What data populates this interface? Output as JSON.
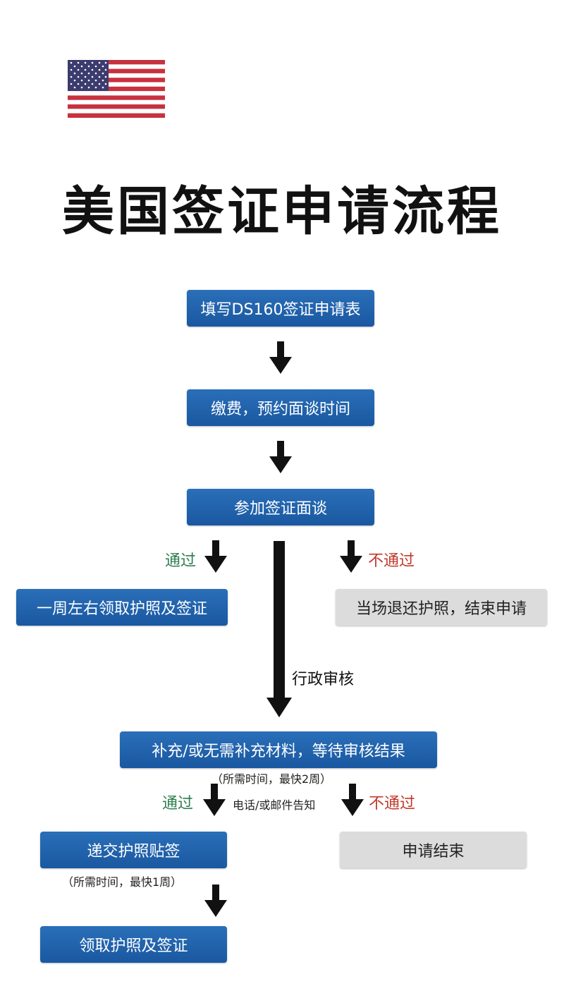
{
  "title": "美国签证申请流程",
  "flag_icon": "us-flag-icon",
  "colors": {
    "box_blue": "#1f61a8",
    "box_gray": "#dcdcdc",
    "pass": "#2e7d50",
    "fail": "#c0392b"
  },
  "steps": {
    "ds160": "填写DS160签证申请表",
    "pay": "缴费，预约面谈时间",
    "interview": "参加签证面谈",
    "pickup_week": "一周左右领取护照及签证",
    "refused_return": "当场退还护照，结束申请",
    "supplement": "补充/或无需补充材料，等待审核结果",
    "submit_passport": "递交护照贴签",
    "end": "申请结束",
    "final_pickup": "领取护照及签证"
  },
  "labels": {
    "pass_1": "通过",
    "fail_1": "不通过",
    "admin_review": "行政审核",
    "time_note_1": "（所需时间，最快2周）",
    "pass_2": "通过",
    "notify": "电话/或邮件告知",
    "fail_2": "不通过",
    "time_note_2": "（所需时间，最快1周）"
  }
}
